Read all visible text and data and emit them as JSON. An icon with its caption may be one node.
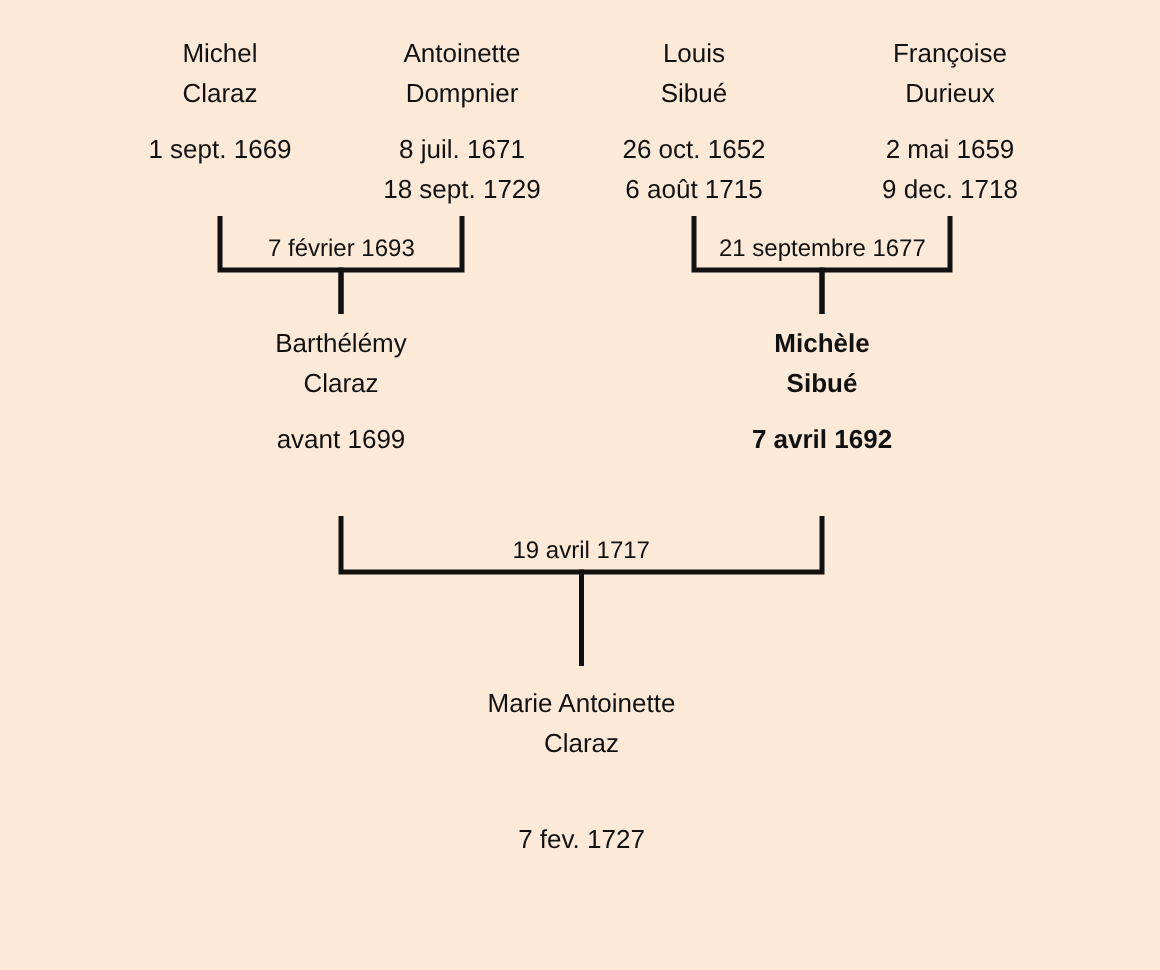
{
  "diagram": {
    "nodes": [
      {
        "text": [
          "Michel Claraz",
          "1 sept. 1669"
        ]
      },
      {
        "text": [
          "Antoinette Dompnier",
          "8 juil. 1671",
          "18 sept. 1729"
        ]
      },
      {
        "text": [
          "Louis Sibué",
          "26 oct. 1652",
          "6 août 1715"
        ]
      },
      {
        "text": [
          "Françoise Durieux",
          "2 mai 1659",
          "9 dec. 1718"
        ]
      },
      {
        "text": [
          "Barthélémy Claraz",
          "avant 1699"
        ]
      },
      {
        "text": [
          "Michèle Sibué",
          "7 avril 1692"
        ]
      },
      {
        "text": [
          "Marie Antoinette Claraz",
          "7 fev. 1727"
        ]
      }
    ],
    "edges": [
      {
        "from": 0,
        "to": 4,
        "arrow": "none",
        "label": "7 février 1693"
      },
      {
        "from": 1,
        "to": 4,
        "arrow": "none"
      },
      {
        "from": 2,
        "to": 5,
        "arrow": "none",
        "label": "21 septembre 1677"
      },
      {
        "from": 3,
        "to": 5,
        "arrow": "none"
      },
      {
        "from": 4,
        "to": 6,
        "arrow": "none",
        "label": "19 avril 1717"
      },
      {
        "from": 5,
        "to": 6,
        "arrow": "none"
      }
    ]
  }
}
